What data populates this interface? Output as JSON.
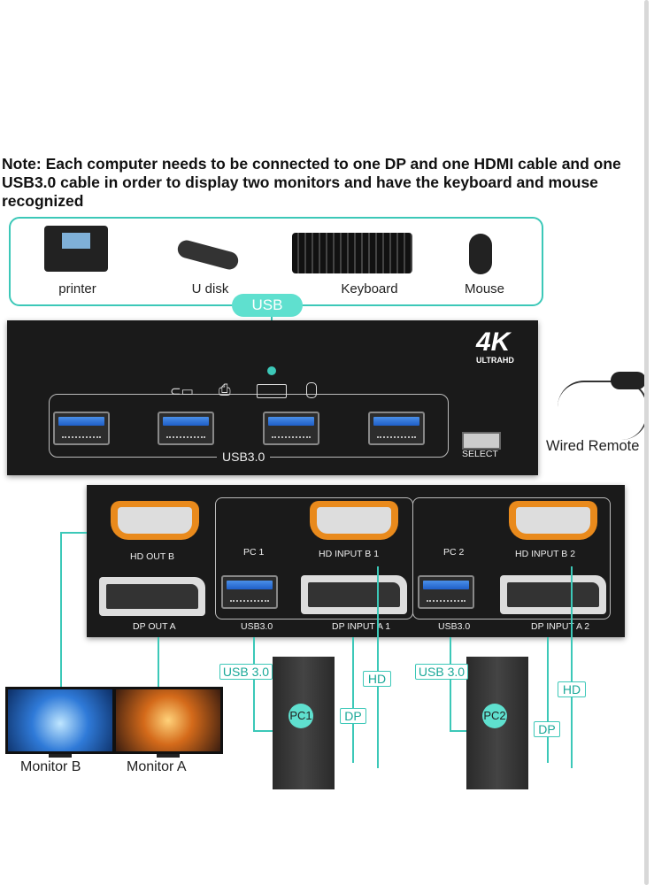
{
  "note": "Note: Each computer needs to be connected to one DP and one HDMI cable and one USB3.0 cable in order to display two monitors and have the keyboard and mouse recognized",
  "peripherals": [
    {
      "label": "printer",
      "icon": "printer-icon"
    },
    {
      "label": "U disk",
      "icon": "usb-drive-icon"
    },
    {
      "label": "Keyboard",
      "icon": "keyboard-icon"
    },
    {
      "label": "Mouse",
      "icon": "mouse-icon"
    }
  ],
  "usb_badge": "USB",
  "switch_top": {
    "logo_main": "4K",
    "logo_sub": "ULTRAHD",
    "port_label": "USB3.0",
    "select_label": "SELECT",
    "remote_label": "Wired Remote"
  },
  "switch_back": {
    "hd_out_b": "HD OUT B",
    "dp_out_a": "DP OUT A",
    "pc1": "PC 1",
    "pc2": "PC 2",
    "hd_input_b1": "HD INPUT B 1",
    "hd_input_b2": "HD INPUT B 2",
    "usb30_1": "USB3.0",
    "usb30_2": "USB3.0",
    "dp_input_a1": "DP INPUT A 1",
    "dp_input_a2": "DP INPUT A 2"
  },
  "connections": {
    "usb30_1": "USB 3.0",
    "usb30_2": "USB 3.0",
    "hd_1": "HD",
    "hd_2": "HD",
    "dp_1": "DP",
    "dp_2": "DP",
    "pc1": "PC1",
    "pc2": "PC2"
  },
  "monitors": [
    {
      "label": "Monitor B"
    },
    {
      "label": "Monitor A"
    }
  ],
  "colors": {
    "accent": "#3cc8b8",
    "hdmi": "#e98a1c",
    "usb_blue": "#2f6fd8"
  }
}
